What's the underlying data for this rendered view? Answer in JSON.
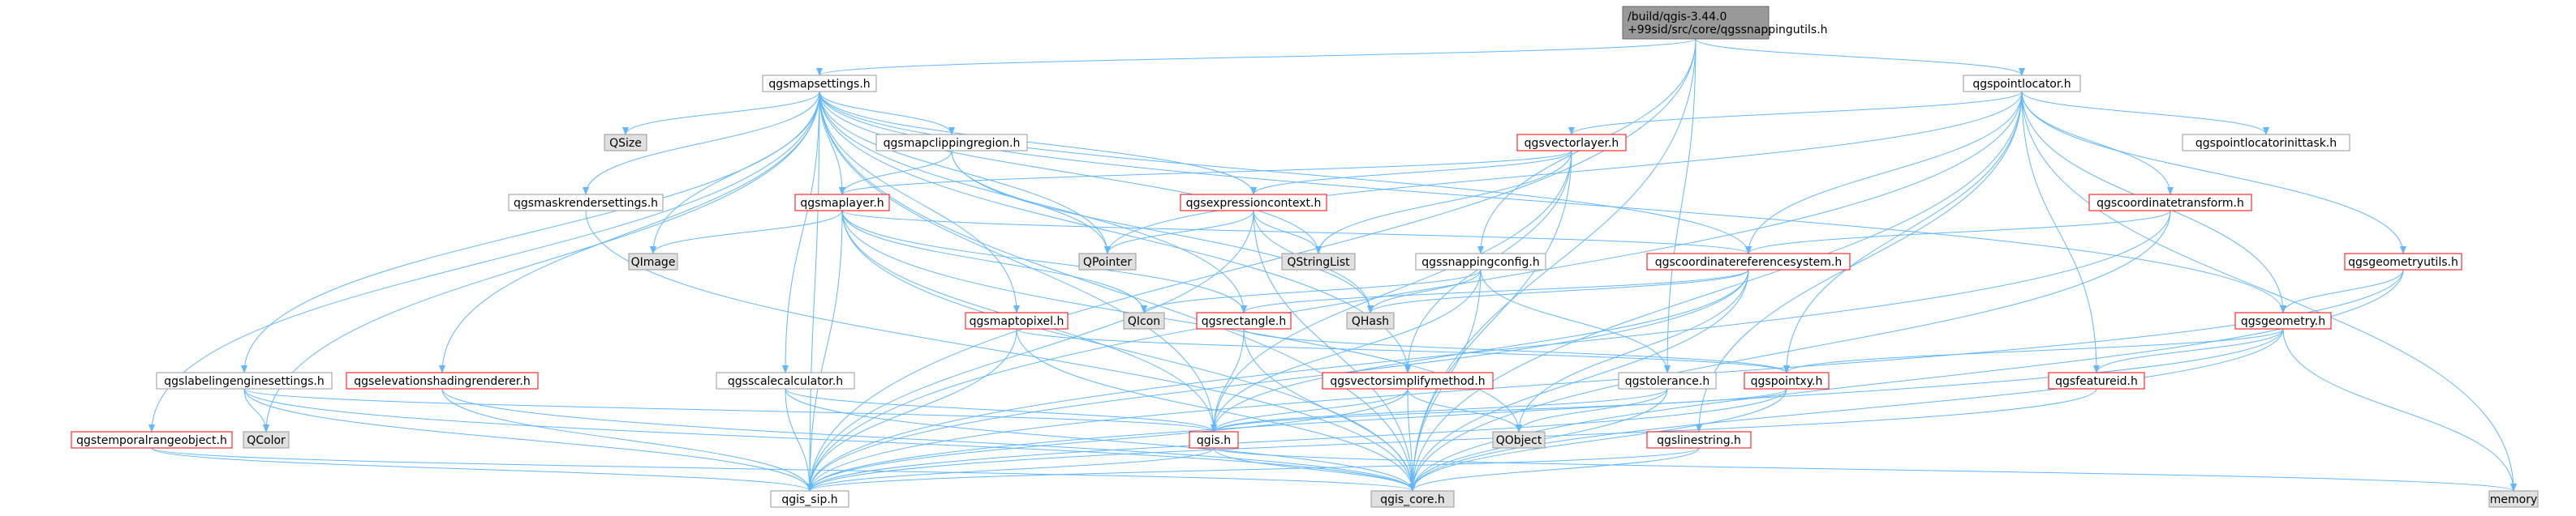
{
  "colors": {
    "edge": "#63b8ff",
    "node_fill": "#ffffff",
    "node_border": "#999999",
    "ext_fill": "#e0e0e0",
    "ext_border": "#999999",
    "root_fill": "#999999",
    "root_border": "#666666",
    "red_border": "#ff0000",
    "text": "#000000"
  },
  "root": {
    "id": "root",
    "label_line1": "/build/qgis-3.44.0",
    "label_line2": "+99sid/src/core/qgssnappingutils.h"
  },
  "nodes": [
    {
      "id": "mapsettings",
      "label": "qgsmapsettings.h",
      "style": "normal"
    },
    {
      "id": "pointlocator",
      "label": "qgspointlocator.h",
      "style": "normal"
    },
    {
      "id": "qsize",
      "label": "QSize",
      "style": "ext"
    },
    {
      "id": "mapclipping",
      "label": "qgsmapclippingregion.h",
      "style": "normal"
    },
    {
      "id": "vectorlayer",
      "label": "qgsvectorlayer.h",
      "style": "red"
    },
    {
      "id": "pointlocinit",
      "label": "qgspointlocatorinittask.h",
      "style": "normal"
    },
    {
      "id": "maskrender",
      "label": "qgsmaskrendersettings.h",
      "style": "normal"
    },
    {
      "id": "maplayer",
      "label": "qgsmaplayer.h",
      "style": "red"
    },
    {
      "id": "exprcontext",
      "label": "qgsexpressioncontext.h",
      "style": "red"
    },
    {
      "id": "coordtransform",
      "label": "qgscoordinatetransform.h",
      "style": "red"
    },
    {
      "id": "qimage",
      "label": "QImage",
      "style": "ext"
    },
    {
      "id": "qpointer",
      "label": "QPointer",
      "style": "ext"
    },
    {
      "id": "qstringlist",
      "label": "QStringList",
      "style": "ext"
    },
    {
      "id": "snapconfig",
      "label": "qgssnappingconfig.h",
      "style": "normal"
    },
    {
      "id": "crs",
      "label": "qgscoordinatereferencesystem.h",
      "style": "red"
    },
    {
      "id": "geomutils",
      "label": "qgsgeometryutils.h",
      "style": "red"
    },
    {
      "id": "maptopixel",
      "label": "qgsmaptopixel.h",
      "style": "red"
    },
    {
      "id": "qicon",
      "label": "QIcon",
      "style": "ext"
    },
    {
      "id": "rectangle",
      "label": "qgsrectangle.h",
      "style": "red"
    },
    {
      "id": "qhash",
      "label": "QHash",
      "style": "ext"
    },
    {
      "id": "geometry",
      "label": "qgsgeometry.h",
      "style": "red"
    },
    {
      "id": "labeling",
      "label": "qgslabelingenginesettings.h",
      "style": "normal"
    },
    {
      "id": "elevshading",
      "label": "qgselevationshadingrenderer.h",
      "style": "red"
    },
    {
      "id": "scalecalc",
      "label": "qgsscalecalculator.h",
      "style": "normal"
    },
    {
      "id": "vectorsimplify",
      "label": "qgsvectorsimplifymethod.h",
      "style": "red"
    },
    {
      "id": "tolerance",
      "label": "qgstolerance.h",
      "style": "normal"
    },
    {
      "id": "pointxy",
      "label": "qgspointxy.h",
      "style": "red"
    },
    {
      "id": "featureid",
      "label": "qgsfeatureid.h",
      "style": "red"
    },
    {
      "id": "qcolor",
      "label": "QColor",
      "style": "ext"
    },
    {
      "id": "temporalrange",
      "label": "qgstemporalrangeobject.h",
      "style": "red"
    },
    {
      "id": "qobject",
      "label": "QObject",
      "style": "ext"
    },
    {
      "id": "qgis",
      "label": "qgis.h",
      "style": "red"
    },
    {
      "id": "linestring",
      "label": "qgslinestring.h",
      "style": "red"
    },
    {
      "id": "sip",
      "label": "qgis_sip.h",
      "style": "normal"
    },
    {
      "id": "core",
      "label": "qgis_core.h",
      "style": "ext"
    },
    {
      "id": "memory",
      "label": "memory",
      "style": "ext"
    }
  ],
  "edges": [
    [
      "root",
      "mapsettings"
    ],
    [
      "root",
      "pointlocator"
    ],
    [
      "root",
      "snapconfig"
    ],
    [
      "root",
      "tolerance"
    ],
    [
      "root",
      "sip"
    ],
    [
      "root",
      "core"
    ],
    [
      "mapsettings",
      "qsize"
    ],
    [
      "mapsettings",
      "mapclipping"
    ],
    [
      "mapsettings",
      "maskrender"
    ],
    [
      "mapsettings",
      "maplayer"
    ],
    [
      "mapsettings",
      "exprcontext"
    ],
    [
      "mapsettings",
      "qimage"
    ],
    [
      "mapsettings",
      "qpointer"
    ],
    [
      "mapsettings",
      "qstringlist"
    ],
    [
      "mapsettings",
      "crs"
    ],
    [
      "mapsettings",
      "maptopixel"
    ],
    [
      "mapsettings",
      "rectangle"
    ],
    [
      "mapsettings",
      "labeling"
    ],
    [
      "mapsettings",
      "elevshading"
    ],
    [
      "mapsettings",
      "scalecalc"
    ],
    [
      "mapsettings",
      "vectorsimplify"
    ],
    [
      "mapsettings",
      "temporalrange"
    ],
    [
      "mapsettings",
      "qcolor"
    ],
    [
      "mapsettings",
      "sip"
    ],
    [
      "mapsettings",
      "core"
    ],
    [
      "mapsettings",
      "geometry"
    ],
    [
      "mapsettings",
      "qgis"
    ],
    [
      "pointlocator",
      "vectorlayer"
    ],
    [
      "pointlocator",
      "pointlocinit"
    ],
    [
      "pointlocator",
      "coordtransform"
    ],
    [
      "pointlocator",
      "crs"
    ],
    [
      "pointlocator",
      "geomutils"
    ],
    [
      "pointlocator",
      "geometry"
    ],
    [
      "pointlocator",
      "pointxy"
    ],
    [
      "pointlocator",
      "featureid"
    ],
    [
      "pointlocator",
      "linestring"
    ],
    [
      "pointlocator",
      "qpointer"
    ],
    [
      "pointlocator",
      "memory"
    ],
    [
      "pointlocator",
      "core"
    ],
    [
      "pointlocator",
      "sip"
    ],
    [
      "mapclipping",
      "maplayer"
    ],
    [
      "mapclipping",
      "qpointer"
    ],
    [
      "mapclipping",
      "qhash"
    ],
    [
      "vectorlayer",
      "maplayer"
    ],
    [
      "vectorlayer",
      "exprcontext"
    ],
    [
      "vectorlayer",
      "qstringlist"
    ],
    [
      "vectorlayer",
      "vectorsimplify"
    ],
    [
      "vectorlayer",
      "qgis"
    ],
    [
      "vectorlayer",
      "core"
    ],
    [
      "maskrender",
      "core"
    ],
    [
      "maplayer",
      "qimage"
    ],
    [
      "maplayer",
      "crs"
    ],
    [
      "maplayer",
      "qicon"
    ],
    [
      "maplayer",
      "rectangle"
    ],
    [
      "maplayer",
      "qgis"
    ],
    [
      "maplayer",
      "sip"
    ],
    [
      "maplayer",
      "core"
    ],
    [
      "maplayer",
      "qobject"
    ],
    [
      "exprcontext",
      "qpointer"
    ],
    [
      "exprcontext",
      "qstringlist"
    ],
    [
      "exprcontext",
      "qhash"
    ],
    [
      "exprcontext",
      "sip"
    ],
    [
      "exprcontext",
      "core"
    ],
    [
      "coordtransform",
      "crs"
    ],
    [
      "coordtransform",
      "core"
    ],
    [
      "coordtransform",
      "sip"
    ],
    [
      "snapconfig",
      "qhash"
    ],
    [
      "snapconfig",
      "qicon"
    ],
    [
      "snapconfig",
      "tolerance"
    ],
    [
      "snapconfig",
      "core"
    ],
    [
      "snapconfig",
      "qgis"
    ],
    [
      "crs",
      "qhash"
    ],
    [
      "crs",
      "qobject"
    ],
    [
      "crs",
      "core"
    ],
    [
      "crs",
      "sip"
    ],
    [
      "crs",
      "qgis"
    ],
    [
      "crs",
      "rectangle"
    ],
    [
      "geomutils",
      "geometry"
    ],
    [
      "geomutils",
      "core"
    ],
    [
      "geomutils",
      "sip"
    ],
    [
      "maptopixel",
      "pointxy"
    ],
    [
      "maptopixel",
      "core"
    ],
    [
      "maptopixel",
      "sip"
    ],
    [
      "rectangle",
      "pointxy"
    ],
    [
      "rectangle",
      "qgis"
    ],
    [
      "rectangle",
      "core"
    ],
    [
      "geometry",
      "pointxy"
    ],
    [
      "geometry",
      "featureid"
    ],
    [
      "geometry",
      "memory"
    ],
    [
      "geometry",
      "core"
    ],
    [
      "geometry",
      "sip"
    ],
    [
      "labeling",
      "qcolor"
    ],
    [
      "labeling",
      "core"
    ],
    [
      "labeling",
      "sip"
    ],
    [
      "labeling",
      "qgis"
    ],
    [
      "elevshading",
      "core"
    ],
    [
      "elevshading",
      "sip"
    ],
    [
      "scalecalc",
      "qgis"
    ],
    [
      "scalecalc",
      "core"
    ],
    [
      "scalecalc",
      "sip"
    ],
    [
      "vectorsimplify",
      "qgis"
    ],
    [
      "vectorsimplify",
      "qobject"
    ],
    [
      "vectorsimplify",
      "core"
    ],
    [
      "vectorsimplify",
      "sip"
    ],
    [
      "tolerance",
      "qobject"
    ],
    [
      "tolerance",
      "core"
    ],
    [
      "tolerance",
      "qgis"
    ],
    [
      "pointxy",
      "qgis"
    ],
    [
      "pointxy",
      "core"
    ],
    [
      "pointxy",
      "sip"
    ],
    [
      "featureid",
      "sip"
    ],
    [
      "temporalrange",
      "sip"
    ],
    [
      "temporalrange",
      "core"
    ],
    [
      "qgis",
      "sip"
    ],
    [
      "qgis",
      "core"
    ],
    [
      "qgis",
      "memory"
    ],
    [
      "linestring",
      "core"
    ],
    [
      "linestring",
      "sip"
    ]
  ]
}
